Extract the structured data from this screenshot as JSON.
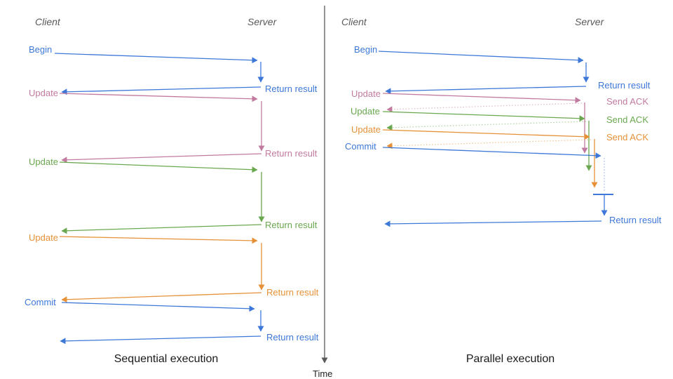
{
  "colors": {
    "blue": "#3D78D8",
    "pink": "#C27BA0",
    "green": "#6AA84F",
    "orange": "#E69138",
    "axis_gray": "#595959",
    "caption_black": "#1a1a1a"
  },
  "time_axis": {
    "label": "Time"
  },
  "left": {
    "caption": "Sequential execution",
    "client": "Client",
    "server": "Server",
    "messages": [
      {
        "label": "Begin",
        "response": "Return result",
        "color": "blue"
      },
      {
        "label": "Update",
        "response": "Return result",
        "color": "pink"
      },
      {
        "label": "Update",
        "response": "Return result",
        "color": "green"
      },
      {
        "label": "Update",
        "response": "Return result",
        "color": "orange"
      },
      {
        "label": "Commit",
        "response": "Return result",
        "color": "blue"
      }
    ]
  },
  "right": {
    "caption": "Parallel execution",
    "client": "Client",
    "server": "Server",
    "messages": [
      {
        "label": "Begin",
        "response": "Return result",
        "color": "blue"
      },
      {
        "label": "Update",
        "response": "Send ACK",
        "color": "pink"
      },
      {
        "label": "Update",
        "response": "Send ACK",
        "color": "green"
      },
      {
        "label": "Update",
        "response": "Send ACK",
        "color": "orange"
      },
      {
        "label": "Commit",
        "response": "Return result",
        "color": "blue"
      }
    ]
  }
}
